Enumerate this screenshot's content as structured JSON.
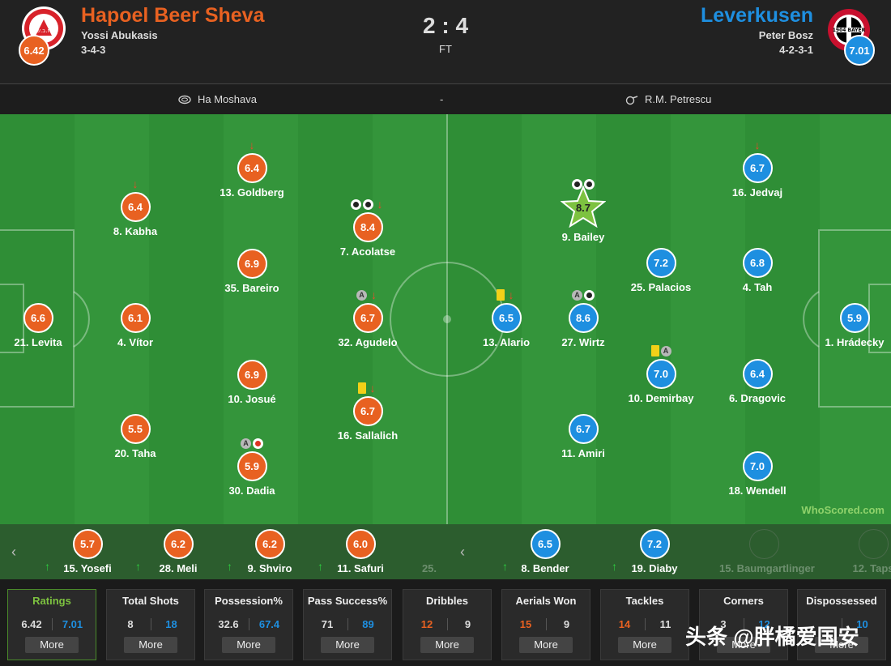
{
  "header": {
    "home_team": "Hapoel Beer Sheva",
    "home_manager": "Yossi Abukasis",
    "home_formation": "3-4-3",
    "home_rating": "6.42",
    "away_team": "Leverkusen",
    "away_manager": "Peter Bosz",
    "away_formation": "4-2-3-1",
    "away_rating": "7.01",
    "score": "2 : 4",
    "status": "FT",
    "away_crest_text": "1904 BAYER",
    "home_crest_text": "ח.ב.ש"
  },
  "info": {
    "venue": "Ha Moshava",
    "separator": "-",
    "referee": "R.M. Petrescu"
  },
  "colors": {
    "home": "#e86121",
    "away": "#1e8fe0",
    "pitch": "#2f8e36"
  },
  "home_players": [
    {
      "name": "13. Goldberg",
      "rating": "6.4",
      "events": [
        "sub-off"
      ]
    },
    {
      "name": "8. Kabha",
      "rating": "6.4",
      "events": [
        "sub-off"
      ]
    },
    {
      "name": "7. Acolatse",
      "rating": "8.4",
      "events": [
        "goal",
        "goal",
        "sub-off"
      ]
    },
    {
      "name": "35. Bareiro",
      "rating": "6.9",
      "events": []
    },
    {
      "name": "21. Levita",
      "rating": "6.6",
      "events": []
    },
    {
      "name": "4. Vítor",
      "rating": "6.1",
      "events": []
    },
    {
      "name": "32. Agudelo",
      "rating": "6.7",
      "events": [
        "assist",
        "sub-off"
      ]
    },
    {
      "name": "10. Josué",
      "rating": "6.9",
      "events": []
    },
    {
      "name": "16. Sallalich",
      "rating": "6.7",
      "events": [
        "yellow-card",
        "sub-off"
      ]
    },
    {
      "name": "20. Taha",
      "rating": "5.5",
      "events": []
    },
    {
      "name": "30. Dadia",
      "rating": "5.9",
      "events": [
        "assist",
        "own-goal"
      ]
    }
  ],
  "away_players": [
    {
      "name": "16. Jedvaj",
      "rating": "6.7",
      "events": [
        "sub-off"
      ]
    },
    {
      "name": "9. Bailey",
      "rating": "8.7",
      "events": [
        "goal",
        "goal"
      ],
      "man_of_match": true
    },
    {
      "name": "25. Palacios",
      "rating": "7.2",
      "events": []
    },
    {
      "name": "4. Tah",
      "rating": "6.8",
      "events": []
    },
    {
      "name": "13. Alario",
      "rating": "6.5",
      "events": [
        "yellow-card",
        "sub-off"
      ]
    },
    {
      "name": "27. Wirtz",
      "rating": "8.6",
      "events": [
        "assist",
        "goal"
      ]
    },
    {
      "name": "1. Hrádecky",
      "rating": "5.9",
      "events": []
    },
    {
      "name": "10. Demirbay",
      "rating": "7.0",
      "events": [
        "yellow-card",
        "assist"
      ]
    },
    {
      "name": "6. Dragovic",
      "rating": "6.4",
      "events": []
    },
    {
      "name": "11. Amiri",
      "rating": "6.7",
      "events": []
    },
    {
      "name": "18. Wendell",
      "rating": "7.0",
      "events": []
    }
  ],
  "subs": {
    "home": [
      {
        "name": "15. Yosefi",
        "rating": "5.7"
      },
      {
        "name": "28. Meli",
        "rating": "6.2"
      },
      {
        "name": "9. Shviro",
        "rating": "6.2"
      },
      {
        "name": "11. Safuri",
        "rating": "6.0"
      },
      {
        "name": "25.",
        "rating": ""
      }
    ],
    "away": [
      {
        "name": "8. Bender",
        "rating": "6.5"
      },
      {
        "name": "19. Diaby",
        "rating": "7.2"
      },
      {
        "name": "15. Baumgartlinger",
        "rating": ""
      },
      {
        "name": "12. Taps",
        "rating": ""
      }
    ]
  },
  "brand": "WhoScored.com",
  "stats": [
    {
      "title": "Ratings",
      "home": "6.42",
      "away": "7.01",
      "more": "More"
    },
    {
      "title": "Total Shots",
      "home": "8",
      "away": "18",
      "more": "More"
    },
    {
      "title": "Possession%",
      "home": "32.6",
      "away": "67.4",
      "more": "More"
    },
    {
      "title": "Pass Success%",
      "home": "71",
      "away": "89",
      "more": "More"
    },
    {
      "title": "Dribbles",
      "home": "12",
      "away": "9",
      "more": "More"
    },
    {
      "title": "Aerials Won",
      "home": "15",
      "away": "9",
      "more": "More"
    },
    {
      "title": "Tackles",
      "home": "14",
      "away": "11",
      "more": "More"
    },
    {
      "title": "Corners",
      "home": "3",
      "away": "12",
      "more": "More"
    },
    {
      "title": "Dispossessed",
      "home": "",
      "away": "10",
      "more": "More"
    }
  ],
  "watermark": "头条 @胖橘爱国安"
}
